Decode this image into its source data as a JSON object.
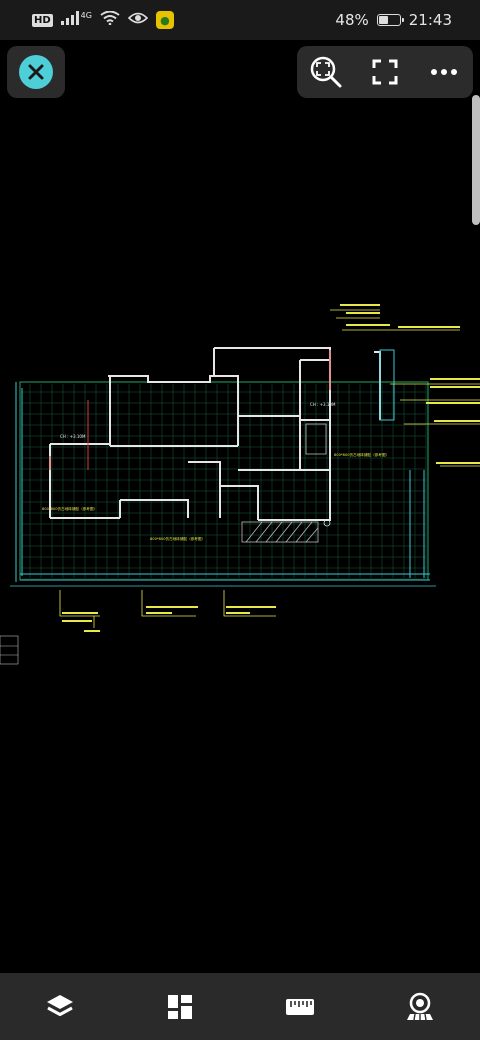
{
  "status_bar": {
    "hd_badge": "HD",
    "network": "4G",
    "battery": "48%",
    "battery_level": 0.48,
    "time": "21:43",
    "icons": [
      "hd-icon",
      "signal-icon",
      "wifi-icon",
      "eye-icon",
      "app-badge-icon",
      "battery-icon"
    ]
  },
  "viewer": {
    "close_icon": "close-icon",
    "toolbar_icons": [
      "zoom-extents-icon",
      "fullscreen-icon",
      "more-icon"
    ],
    "drawing": {
      "room_note_left": "CH : +3.10M",
      "room_note_mid": "CH : +3.10M",
      "label_left": "800*800仿古地砖铺贴（参考图）",
      "label_center": "800*800仿古地砖铺贴（参考图）",
      "label_right": "800*800仿古地砖铺贴（参考图）"
    }
  },
  "bottom_nav": {
    "icons": [
      "layers-icon",
      "layout-icon",
      "ruler-icon",
      "camera-icon"
    ]
  },
  "colors": {
    "background": "#000000",
    "accent": "#4ecfd8",
    "panel": "#2b2b2b",
    "cad_white": "#e6e6e6",
    "cad_yellow": "#e8e84a",
    "cad_green": "#1fa86a",
    "cad_cyan": "#3cc7d6",
    "cad_red": "#e03a3a"
  }
}
